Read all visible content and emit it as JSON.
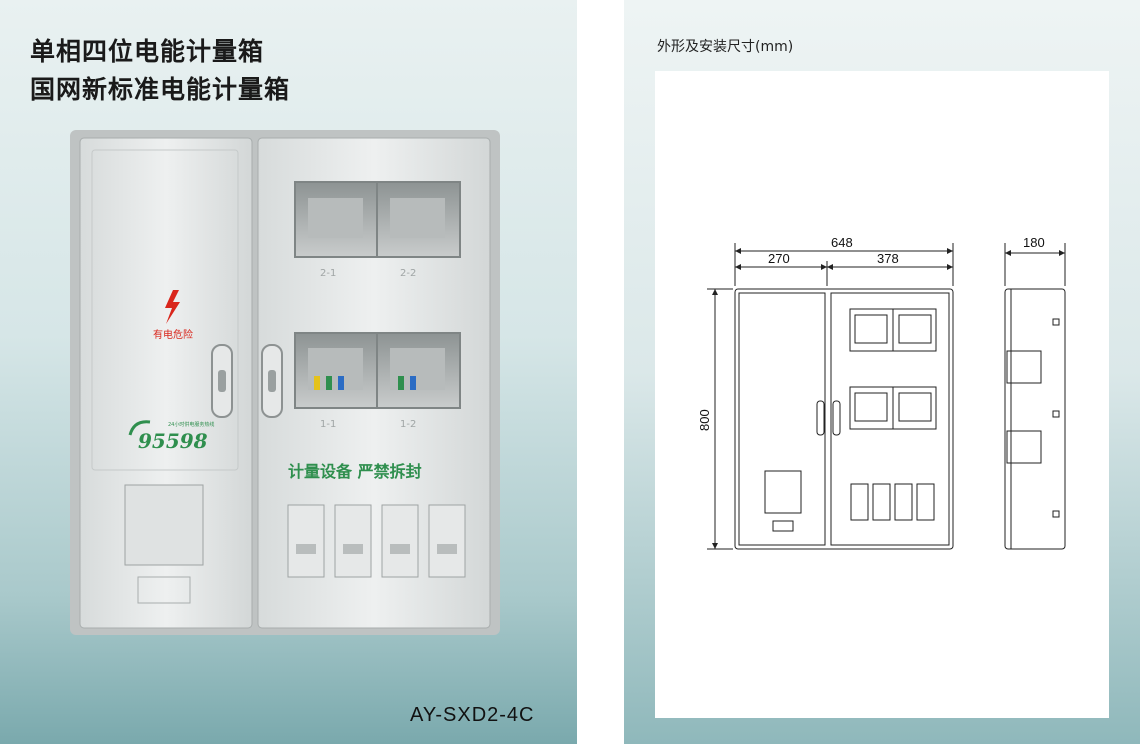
{
  "left": {
    "title_line1": "单相四位电能计量箱",
    "title_line2": "国网新标准电能计量箱",
    "model": "AY-SXD2-4C",
    "cabinet": {
      "warning_text": "有电危险",
      "hotline": "95598",
      "hotline_sub": "24小时供电服务热线",
      "seal_text": "计量设备  严禁拆封",
      "window_labels": [
        "2-1",
        "2-2",
        "1-1",
        "1-2"
      ]
    }
  },
  "right": {
    "title": "外形及安装尺寸(mm)",
    "dimensions": {
      "total_width": "648",
      "left_width": "270",
      "right_width": "378",
      "depth": "180",
      "height": "800"
    }
  },
  "colors": {
    "accent_green": "#2f8f4e",
    "warning_red": "#d9261c"
  }
}
